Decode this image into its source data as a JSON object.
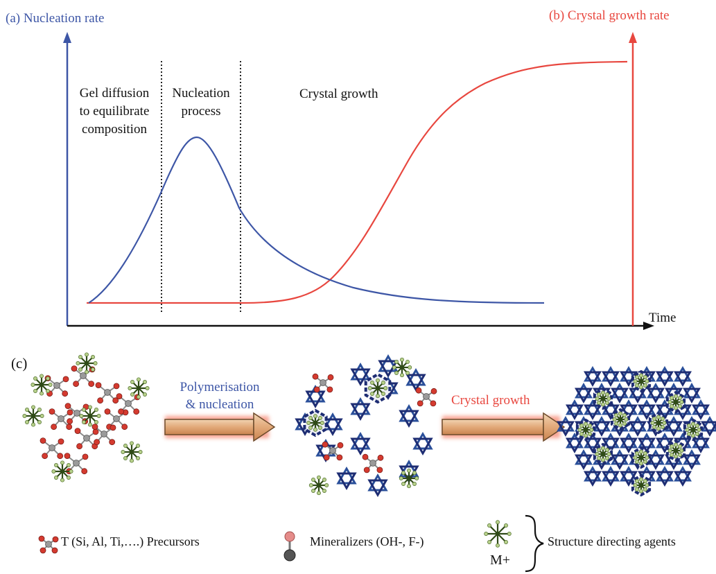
{
  "panel_a": {
    "label": "(a) Nucleation rate",
    "color": "#3d56a6"
  },
  "panel_b": {
    "label": "(b) Crystal growth rate",
    "color": "#e8473f"
  },
  "panel_c": {
    "label": "(c)"
  },
  "x_axis_label": "Time",
  "regions": {
    "gel_line1": "Gel diffusion",
    "gel_line2": "to equilibrate",
    "gel_line3": "composition",
    "nuc_line1": "Nucleation",
    "nuc_line2": "process",
    "growth": "Crystal growth"
  },
  "steps": {
    "step1_line1": "Polymerisation",
    "step1_line2": "& nucleation",
    "step2": "Crystal growth"
  },
  "legend": {
    "precursors": "T (Si, Al, Ti,….) Precursors",
    "mineralizers": "Mineralizers (OH-, F-)",
    "cation": "M+",
    "sda": "Structure directing agents"
  },
  "icons": {
    "precursor": "tetrahedral-precursor-icon",
    "mineralizer": "mineralizer-ball-icon",
    "sda": "sda-molecule-icon"
  },
  "colors": {
    "nucleation_curve": "#3d56a6",
    "growth_curve": "#e8473f",
    "arrow_fill": "#e6b98f",
    "arrow_glow": "#f25a3a",
    "framework": "#1e2d73",
    "sda": "#4c6b2a"
  }
}
